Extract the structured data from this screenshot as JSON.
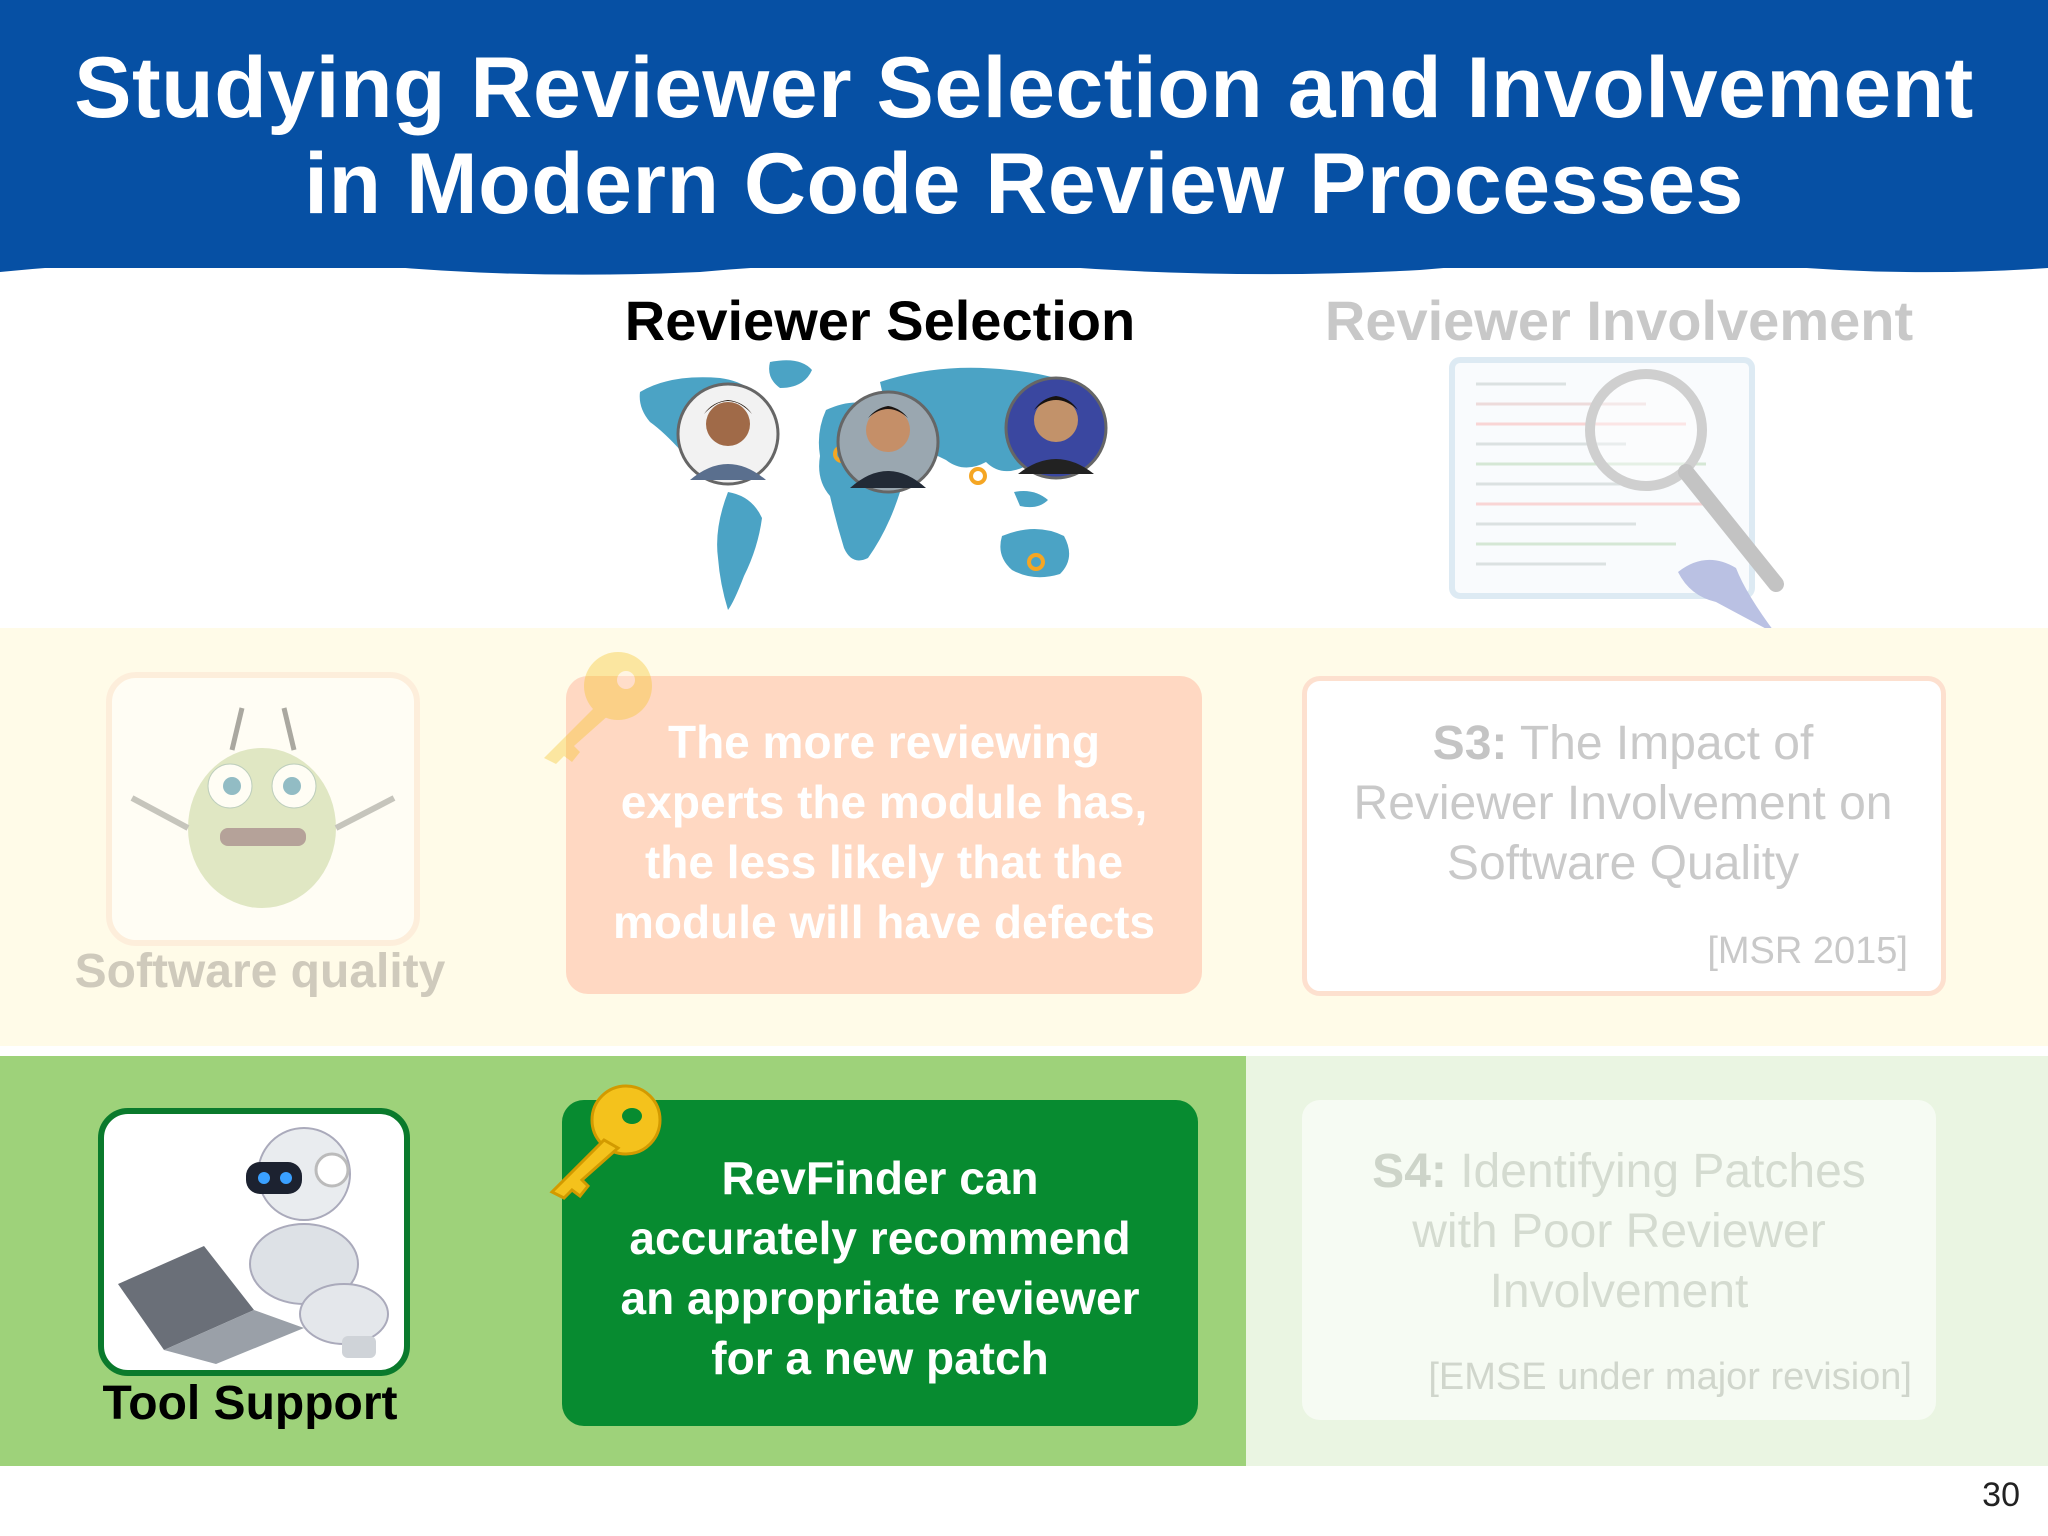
{
  "title": {
    "line1": "Studying Reviewer Selection and Involvement",
    "line2": "in Modern Code Review Processes"
  },
  "columns": {
    "selection": "Reviewer Selection",
    "involvement": "Reviewer Involvement"
  },
  "rows": {
    "quality": {
      "label": "Software quality",
      "finding": [
        "The more reviewing",
        "experts the module has,",
        "the less likely that the",
        "module will have defects"
      ],
      "study": {
        "id": "S3:",
        "title": [
          "The Impact of",
          "Reviewer Involvement on",
          "Software Quality"
        ],
        "citation": "[MSR 2015]"
      }
    },
    "tool": {
      "label": "Tool Support",
      "finding": [
        "RevFinder can",
        "accurately recommend",
        "an appropriate reviewer",
        "for a new patch"
      ],
      "study": {
        "id": "S4:",
        "title": [
          "Identifying Patches",
          "with Poor Reviewer",
          "Involvement"
        ],
        "citation": "[EMSE under major revision]"
      }
    }
  },
  "page_number": "30",
  "icons": [
    "world-map-icon",
    "magnifier-code-icon",
    "bug-character-icon",
    "robot-laptop-icon",
    "key-icon"
  ],
  "colors": {
    "header": "#0650a4",
    "highlight_green": "#078b30",
    "band_green": "#9ed27a",
    "band_yellow": "#fffbe8",
    "key_yellow": "#f4c21c"
  }
}
